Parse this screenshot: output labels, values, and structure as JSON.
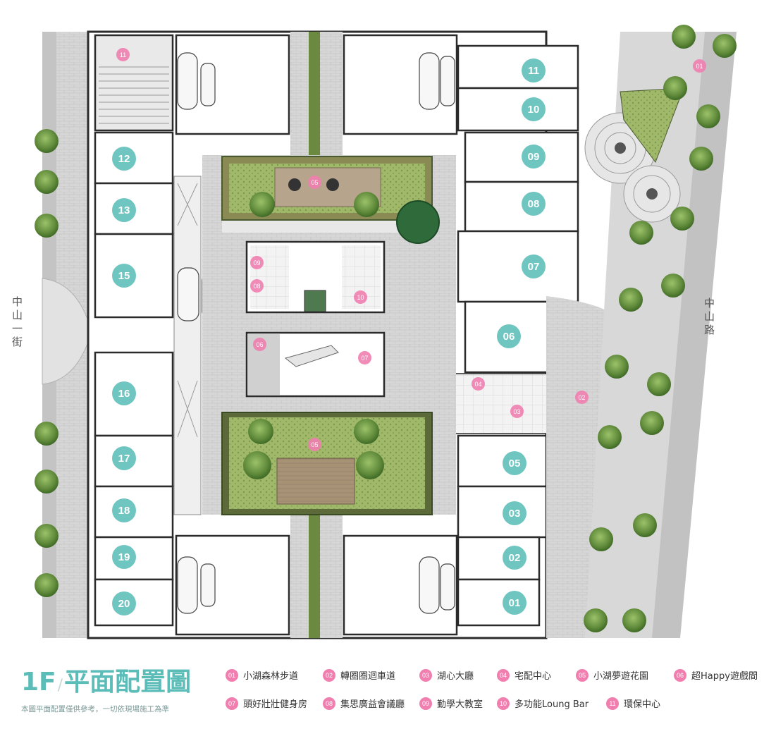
{
  "roads": {
    "left": "中山一街",
    "right": "中山路"
  },
  "units_left": [
    "12",
    "13",
    "15",
    "16",
    "17",
    "18",
    "19",
    "20"
  ],
  "units_right": [
    "11",
    "10",
    "09",
    "08",
    "07",
    "06",
    "05",
    "03",
    "02",
    "01"
  ],
  "amenity_markers": [
    "01",
    "02",
    "03",
    "04",
    "05",
    "06",
    "07",
    "08",
    "09",
    "10",
    "11"
  ],
  "title": {
    "main_prefix": "1F",
    "main_suffix": "平面配置圖",
    "note": "本圖平面配置僅供參考，一切依現場施工為準"
  },
  "legend": [
    {
      "num": "01",
      "label": "小湖森林步道"
    },
    {
      "num": "02",
      "label": "轉圈圈迴車道"
    },
    {
      "num": "03",
      "label": "湖心大廳"
    },
    {
      "num": "04",
      "label": "宅配中心"
    },
    {
      "num": "05",
      "label": "小湖夢遊花園"
    },
    {
      "num": "06",
      "label": "超Happy遊戲間"
    },
    {
      "num": "07",
      "label": "頭好壯壯健身房"
    },
    {
      "num": "08",
      "label": "集思廣益會議廳"
    },
    {
      "num": "09",
      "label": "勤學大教室"
    },
    {
      "num": "10",
      "label": "多功能Loung Bar"
    },
    {
      "num": "11",
      "label": "環保中心"
    }
  ],
  "colors": {
    "unit_badge": "#6fc6c1",
    "amenity_badge": "#f07fb0",
    "title": "#5cbcb7",
    "wall": "#2b2b2b",
    "paving": "#cfcfcf",
    "garden": "#8aa35a",
    "tree": "#6f9a43",
    "deck": "#a08a70"
  }
}
